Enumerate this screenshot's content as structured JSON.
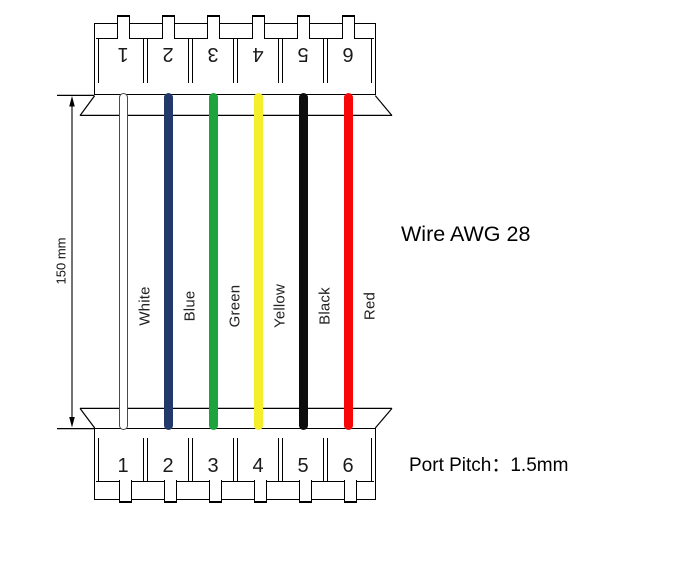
{
  "diagram": {
    "title": "Wire AWG 28",
    "port_pitch_label": "Port Pitch：1.5mm",
    "length_label": "150 mm"
  },
  "top_connector": {
    "pins": [
      "1",
      "2",
      "3",
      "4",
      "5",
      "6"
    ]
  },
  "bottom_connector": {
    "pins": [
      "1",
      "2",
      "3",
      "4",
      "5",
      "6"
    ]
  },
  "wires": [
    {
      "name": "White",
      "color": "#ffffff",
      "outline": "#4a4a4a"
    },
    {
      "name": "Blue",
      "color": "#24396b"
    },
    {
      "name": "Green",
      "color": "#1ea43d"
    },
    {
      "name": "Yellow",
      "color": "#f4ee2b"
    },
    {
      "name": "Black",
      "color": "#0d0d0d"
    },
    {
      "name": "Red",
      "color": "#f70707"
    }
  ],
  "colors": {
    "line": "#000000",
    "text": "#1a1a1a"
  }
}
